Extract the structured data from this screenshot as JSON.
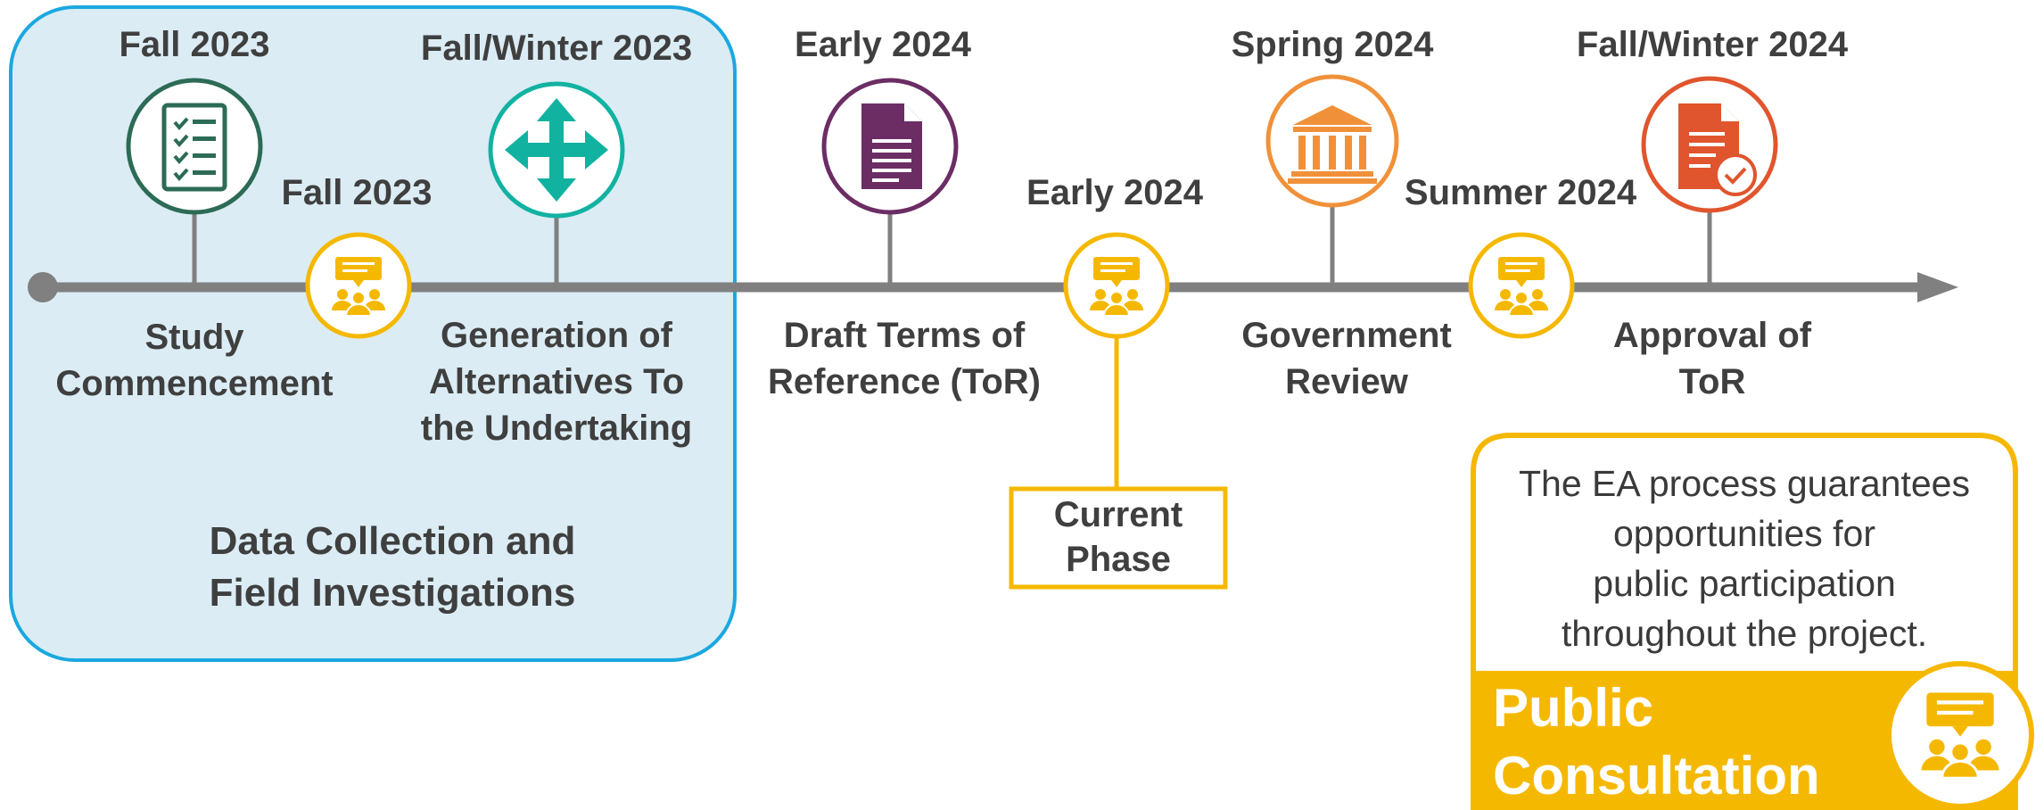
{
  "data_collection": {
    "title_line1": "Data Collection and",
    "title_line2": "Field Investigations"
  },
  "milestones": [
    {
      "date": "Fall 2023",
      "label_line1": "Study",
      "label_line2": "Commencement",
      "icon": "checklist-icon",
      "color": "#2c6b55"
    },
    {
      "date": "Fall 2023",
      "icon": "public-consultation-icon",
      "color": "#f5b800"
    },
    {
      "date": "Fall/Winter 2023",
      "label_line1": "Generation of",
      "label_line2": "Alternatives To",
      "label_line3": "the Undertaking",
      "icon": "four-way-arrows-icon",
      "color": "#12b2a1"
    },
    {
      "date": "Early 2024",
      "label_line1": "Draft Terms of",
      "label_line2": "Reference (ToR)",
      "icon": "document-icon",
      "color": "#6b2d64"
    },
    {
      "date": "Early 2024",
      "icon": "public-consultation-icon",
      "color": "#f5b800"
    },
    {
      "date": "Spring 2024",
      "label_line1": "Government",
      "label_line2": "Review",
      "icon": "government-building-icon",
      "color": "#f0913a"
    },
    {
      "date": "Summer 2024",
      "icon": "public-consultation-icon",
      "color": "#f5b800"
    },
    {
      "date": "Fall/Winter 2024",
      "label_line1": "Approval of",
      "label_line2": "ToR",
      "icon": "approved-document-icon",
      "color": "#e0552d"
    }
  ],
  "current_phase": {
    "line1": "Current",
    "line2": "Phase"
  },
  "public_consultation": {
    "text_line1": "The EA process guarantees",
    "text_line2": "opportunities for",
    "text_line3": "public participation",
    "text_line4": "throughout the project.",
    "title_line1": "Public",
    "title_line2": "Consultation"
  },
  "colors": {
    "timeline": "#808080",
    "highlight_fill": "#dbecf4",
    "highlight_border": "#1ba8e0",
    "consultation": "#f5b800"
  }
}
